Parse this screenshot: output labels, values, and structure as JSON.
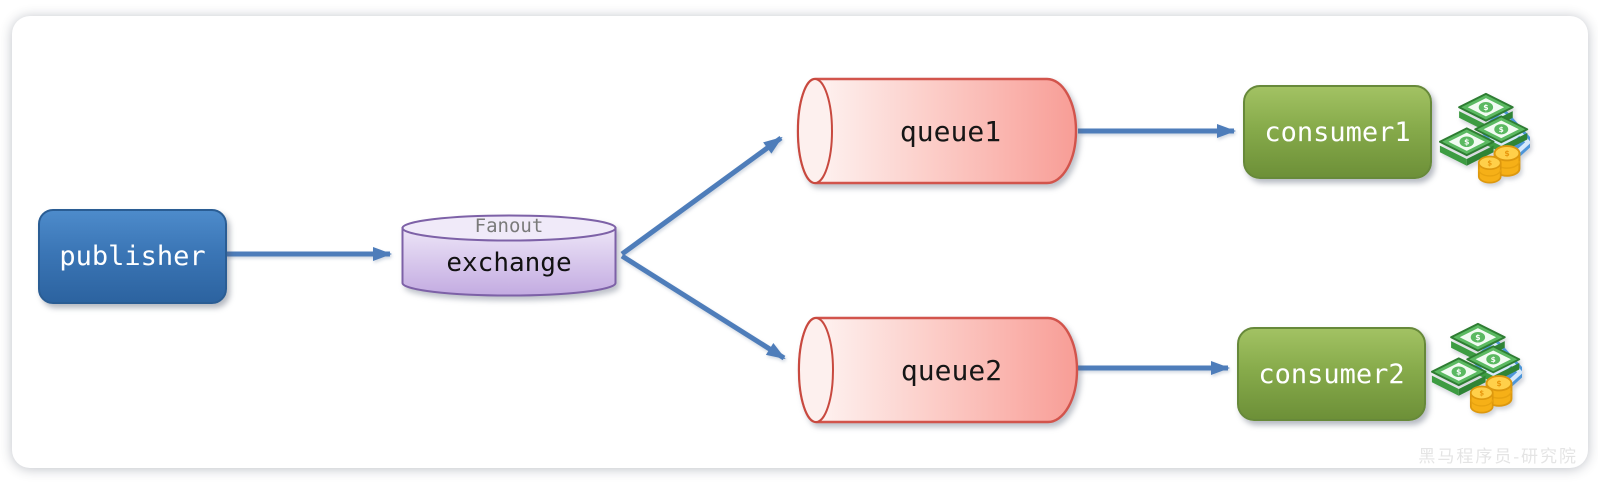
{
  "diagram": {
    "publisher": {
      "label": "publisher"
    },
    "exchange": {
      "badge": "Fanout",
      "label": "exchange"
    },
    "queues": [
      {
        "label": "queue1"
      },
      {
        "label": "queue2"
      }
    ],
    "consumers": [
      {
        "label": "consumer1"
      },
      {
        "label": "consumer2"
      }
    ],
    "watermark": "黑马程序员-研究院"
  },
  "icons": {
    "money": "money-icon (banknote stacks, gold coins, bank card)"
  },
  "colors": {
    "arrow": "#4e7dba",
    "publisher-fill": "#3b76b6",
    "exchange-fill": "#d3bfe9",
    "exchange-border": "#7d61a7",
    "queue-fill": "#f9a9a2",
    "queue-border": "#d2544c",
    "consumer-fill": "#87ab4b",
    "badge-text": "#7a7a7a",
    "watermark-text": "#e4e4e4"
  }
}
